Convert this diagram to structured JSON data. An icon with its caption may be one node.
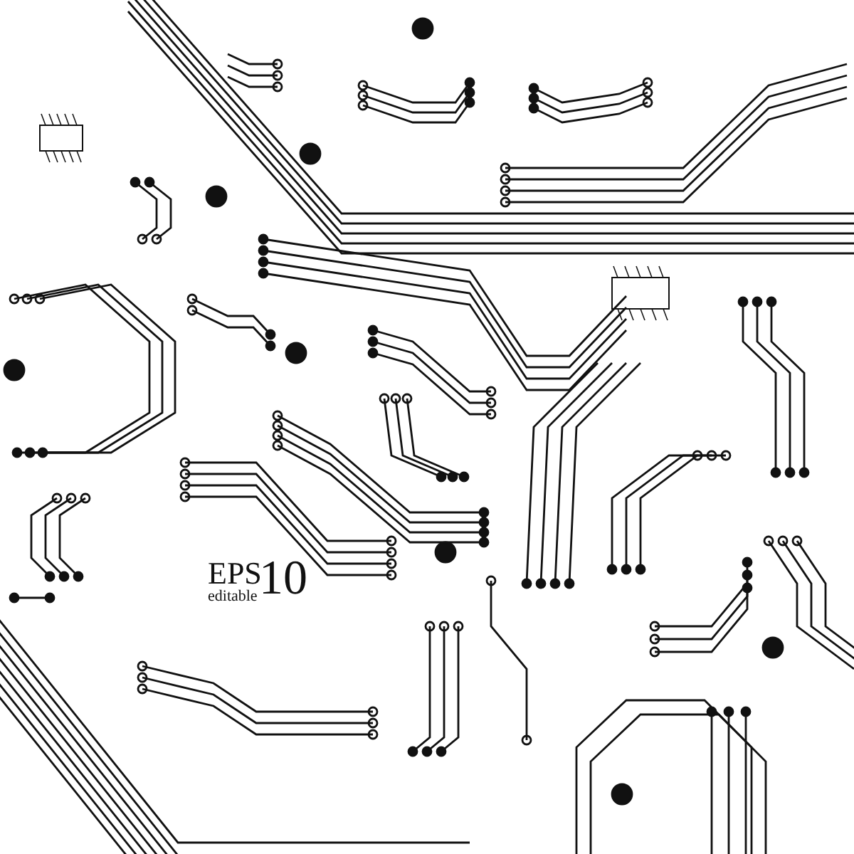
{
  "diagram": {
    "labels": [
      "EPS",
      "editable",
      "10"
    ]
  }
}
